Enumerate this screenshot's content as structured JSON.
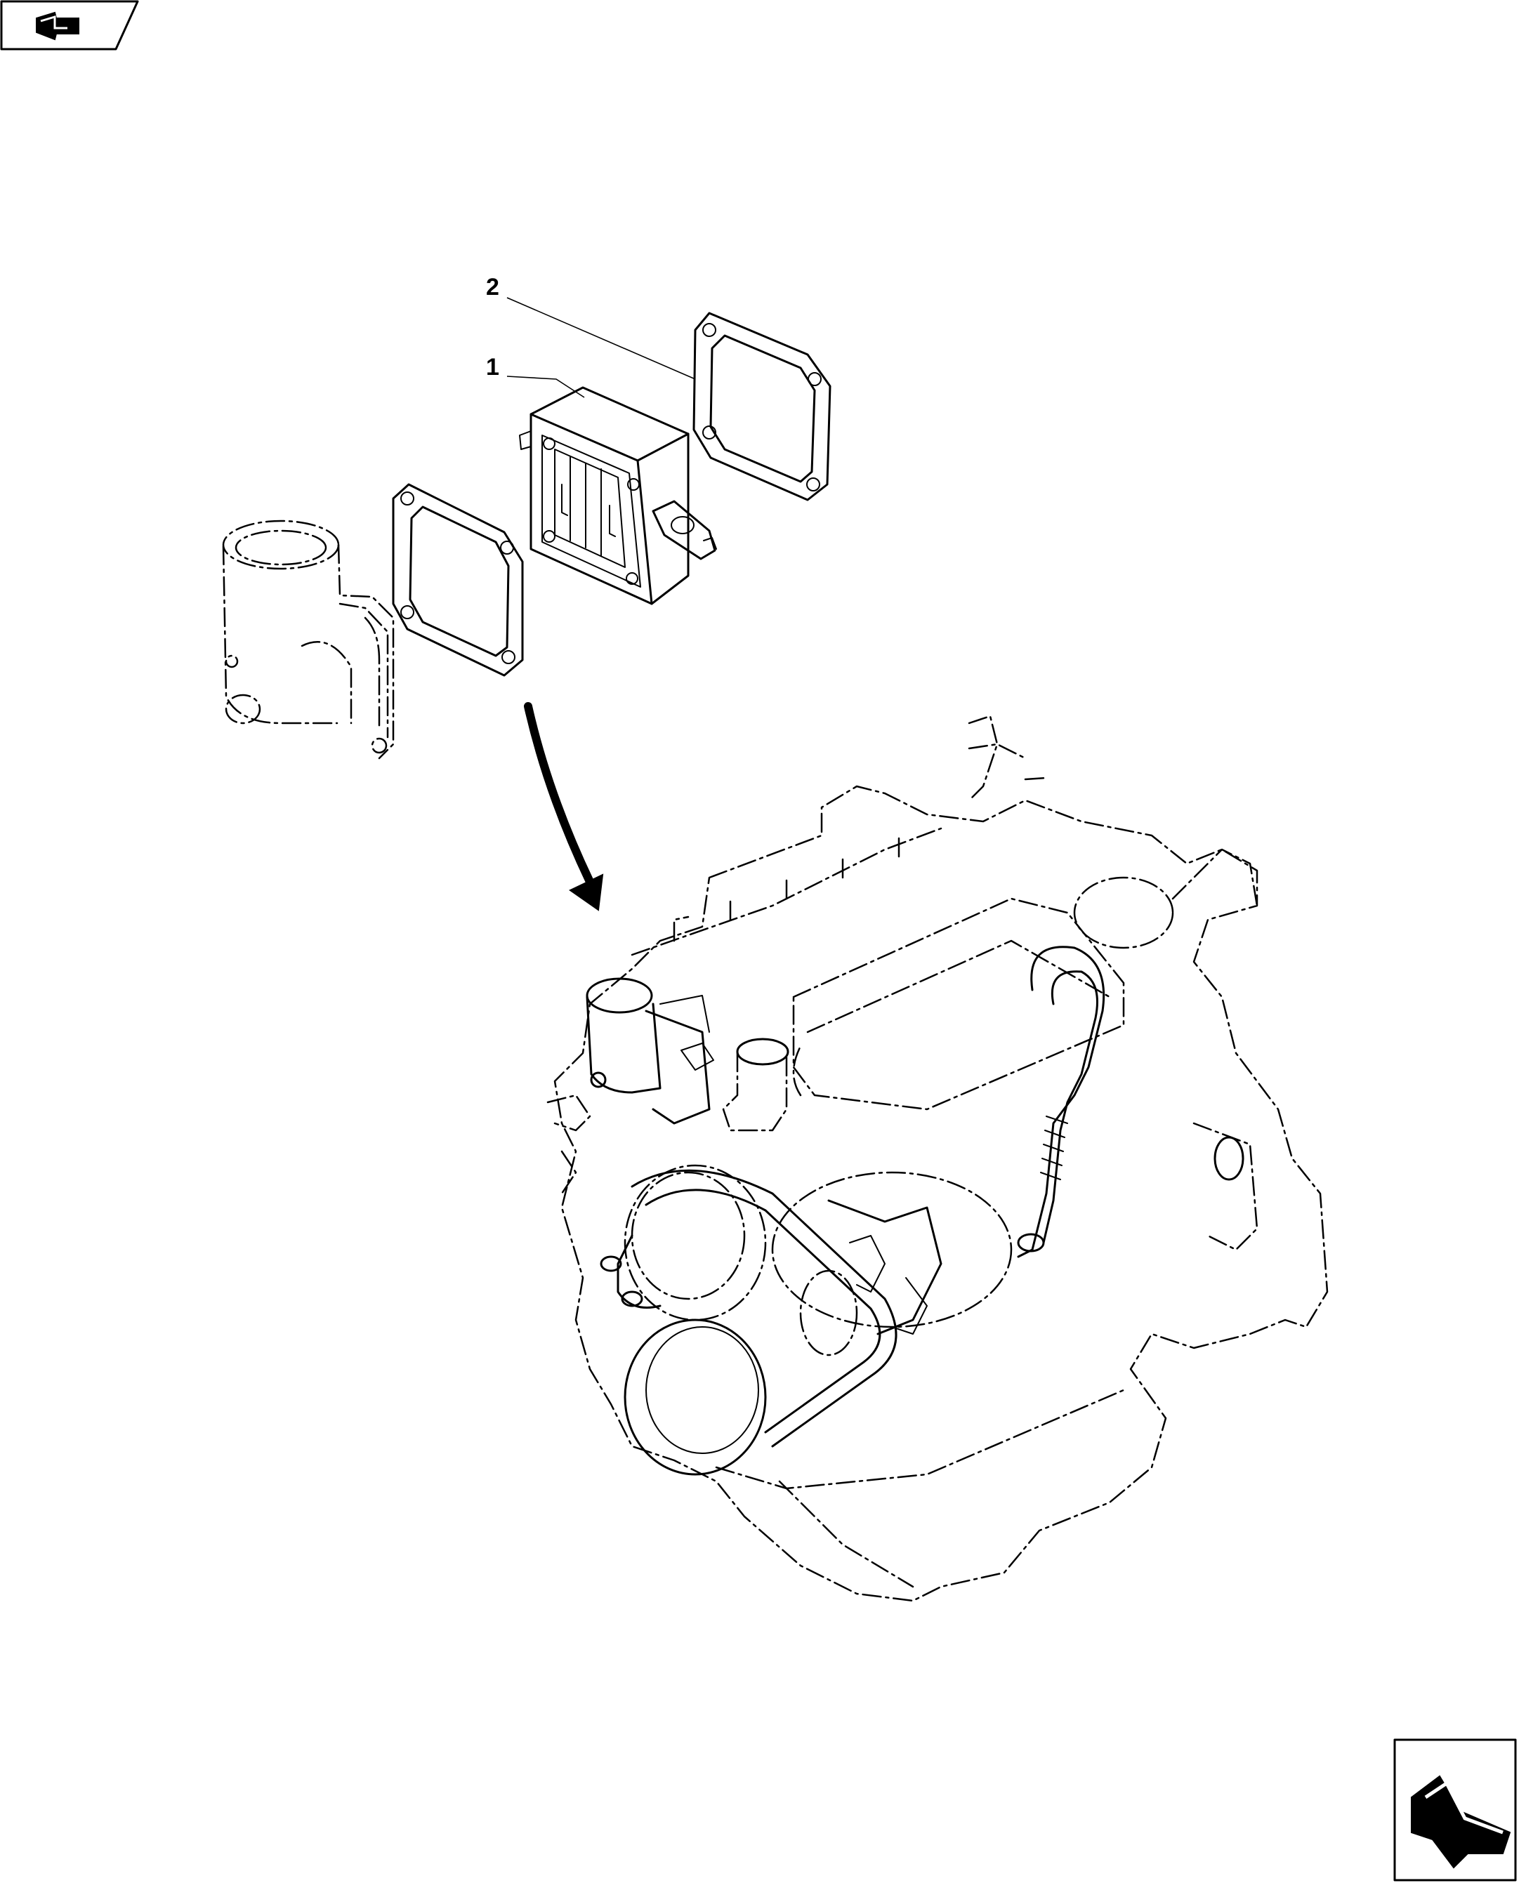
{
  "callouts": [
    {
      "number": "1",
      "part": "item-1"
    },
    {
      "number": "2",
      "part": "item-2"
    }
  ],
  "navigation": {
    "previous_icon": "back-arrow-icon",
    "next_icon": "forward-arrow-icon"
  },
  "colors": {
    "ink": "#000000",
    "paper": "#ffffff"
  }
}
